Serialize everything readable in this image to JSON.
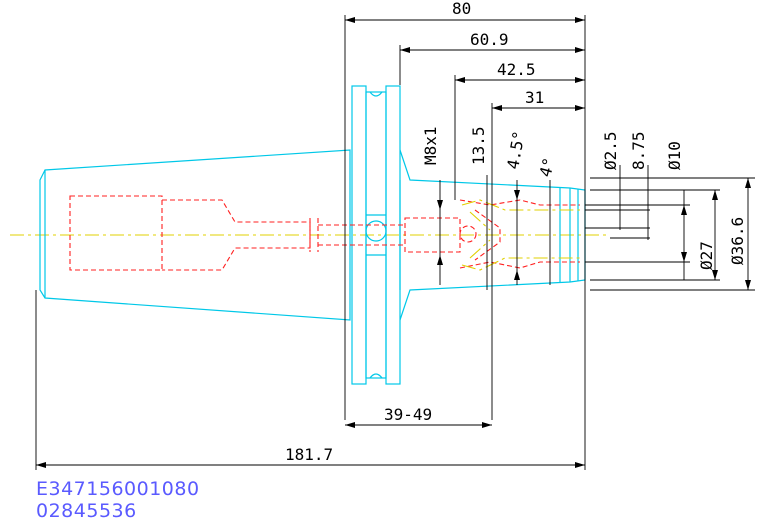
{
  "dimensions": {
    "horizontal": {
      "overall_top": "80",
      "d60": "60.9",
      "d42": "42.5",
      "d31": "31",
      "range": "39-49",
      "total_length": "181.7"
    },
    "vertical": {
      "thread": "M8x1",
      "d13": "13.5",
      "angle1": "4.5°",
      "angle2": "4°",
      "dia_small": "Ø2.5",
      "d875": "8.75",
      "dia10": "Ø10",
      "dia27": "Ø27",
      "dia366": "Ø36.6"
    }
  },
  "part_codes": [
    "E347156001080",
    "02845536"
  ],
  "colors": {
    "outline": "#00c8e8",
    "hidden": "#ff2020",
    "centerline": "#e0d000",
    "dimension": "#000000",
    "code_text": "#5a5aff"
  }
}
